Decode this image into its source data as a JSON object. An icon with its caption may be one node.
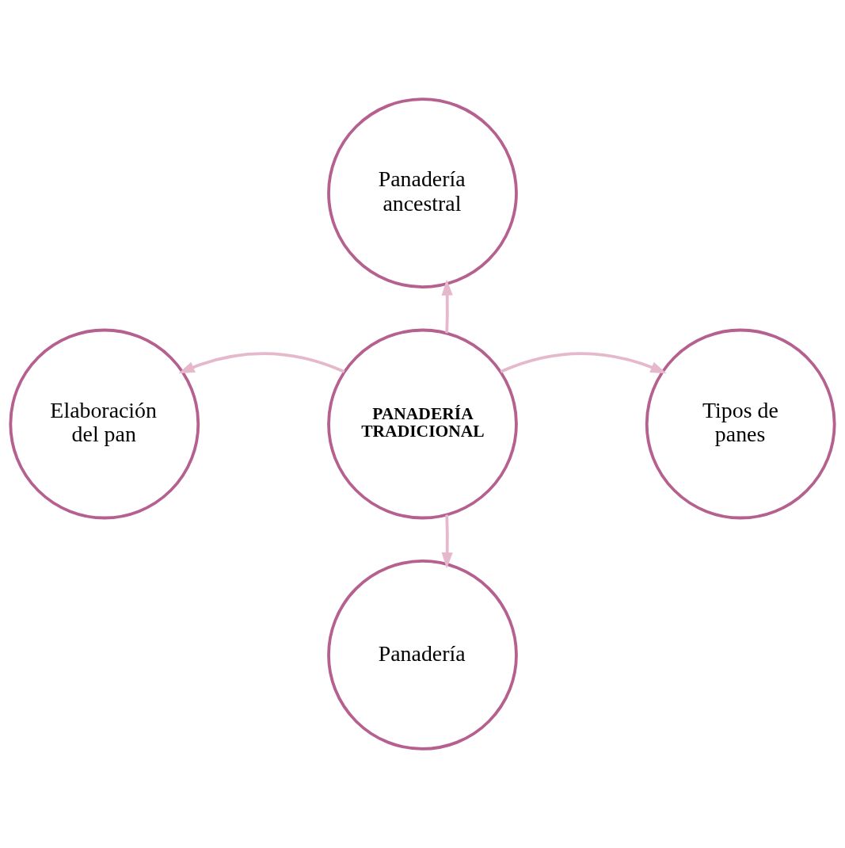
{
  "diagram": {
    "nodes": [
      {
        "text": [
          "Panadería ancestral"
        ]
      },
      {
        "text": [
          "Elaboración del pan"
        ]
      },
      {
        "text": [
          "PANADERÍA TRADICIONAL"
        ]
      },
      {
        "text": [
          "Tipos de panes"
        ]
      },
      {
        "text": [
          "Panadería"
        ]
      }
    ],
    "edges": [
      {
        "from": 2,
        "to": 0,
        "arrow": "to"
      },
      {
        "from": 2,
        "to": 1,
        "arrow": "to"
      },
      {
        "from": 2,
        "to": 3,
        "arrow": "to"
      },
      {
        "from": 2,
        "to": 4,
        "arrow": "to"
      }
    ]
  }
}
